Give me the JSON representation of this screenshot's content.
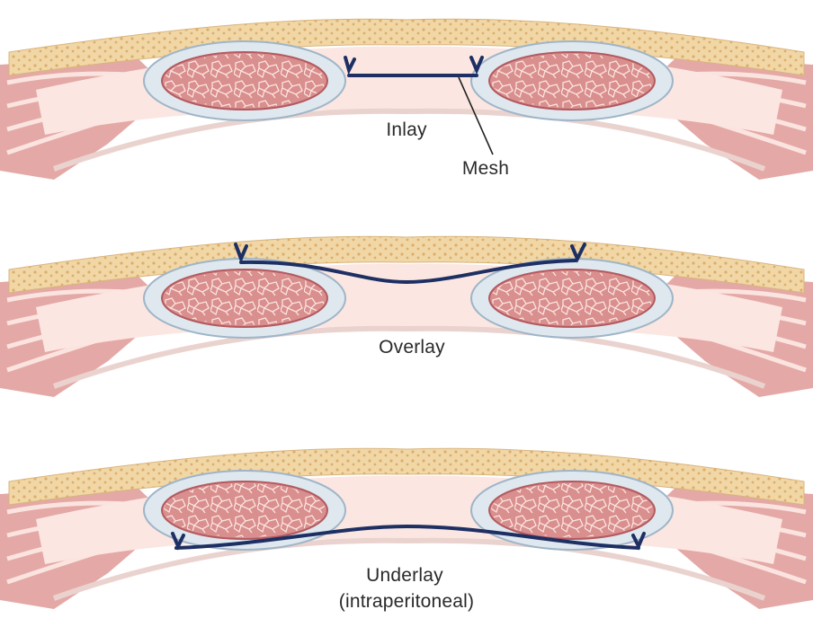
{
  "panels": [
    {
      "id": "inlay",
      "label": "Inlay",
      "sublabel": "",
      "pointer_label": "Mesh"
    },
    {
      "id": "overlay",
      "label": "Overlay",
      "sublabel": "",
      "pointer_label": ""
    },
    {
      "id": "underlay",
      "label": "Underlay",
      "sublabel": "(intraperitoneal)",
      "pointer_label": ""
    }
  ],
  "colors": {
    "fat": "#f1d7a6",
    "fat_dots": "#dcae6c",
    "muscle": "#d98f8e",
    "muscle_dark": "#b35a60",
    "muscle_lines": "#fbe4df",
    "fascia": "#dfe8ef",
    "fascia_edge": "#9fb5c8",
    "preperitoneal": "#fbe6e1",
    "peritoneum": "#ead3cf",
    "lateral_muscle": "#e4a9a6",
    "mesh": "#1d2f63"
  }
}
